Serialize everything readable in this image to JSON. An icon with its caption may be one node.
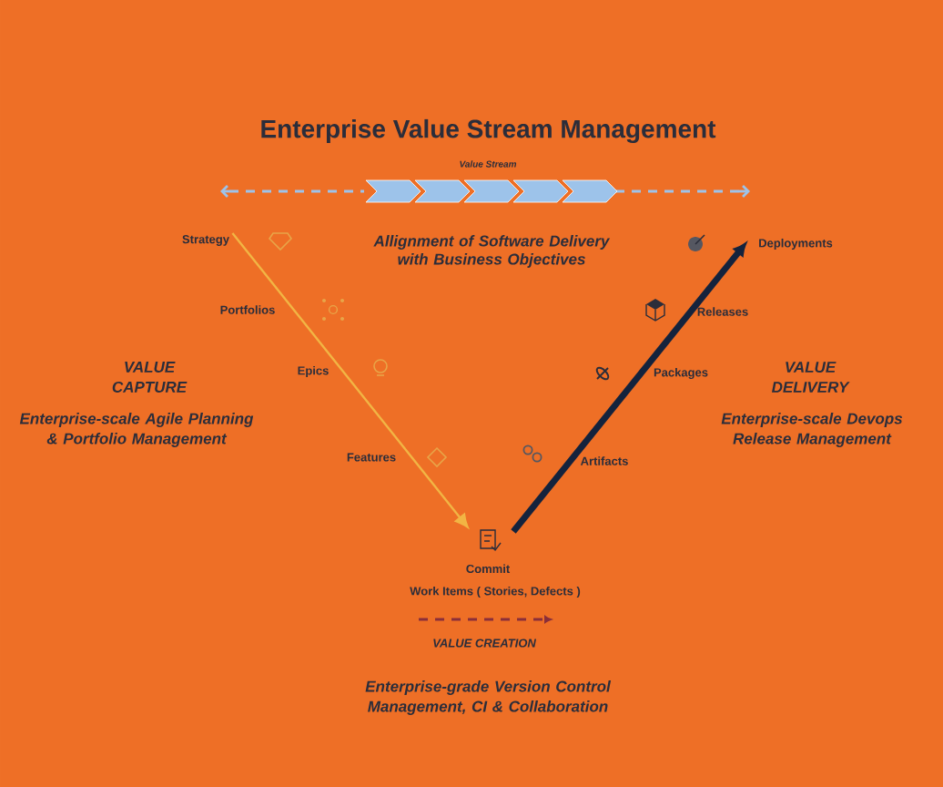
{
  "diagram": {
    "title": "Enterprise Value Stream Management",
    "nodes": [
      {
        "text": [
          "Strategy"
        ]
      },
      {
        "text": [
          "Commit"
        ]
      },
      {
        "text": [
          "Deployments"
        ]
      }
    ],
    "edges": [
      {
        "from": 0,
        "to": 1,
        "arrow": "to",
        "color": "#f2b544"
      },
      {
        "from": 1,
        "to": 2,
        "arrow": "to",
        "style": "thick",
        "color": "#14233d"
      }
    ],
    "labels": [
      "Value Stream",
      "Allignment of Software Delivery with Business Objectives",
      "Portfolios",
      "Epics",
      "Features",
      "Releases",
      "Packages",
      "Artifacts",
      "VALUE CAPTURE",
      "Enterprise-scale Agile Planning & Portfolio Management",
      "VALUE DELIVERY",
      "Enterprise-scale Devops Release Management",
      "Work Items ( Stories, Defects )",
      "VALUE CREATION",
      "Enterprise-grade Version Control Management, CI & Collaboration"
    ]
  }
}
